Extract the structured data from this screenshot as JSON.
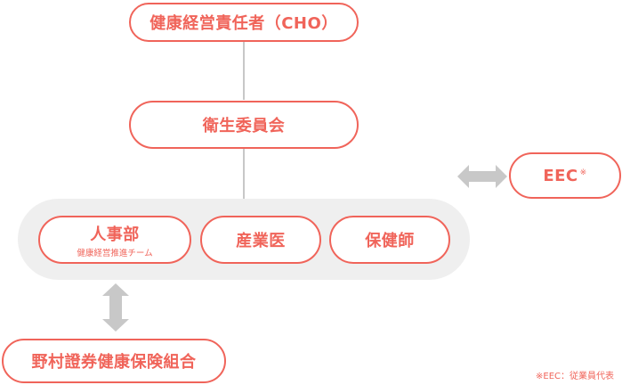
{
  "nodes": {
    "cho": "健康経営責任者（CHO）",
    "committee": "衛生委員会",
    "eec": "EEC",
    "eec_mark": "※",
    "hr": "人事部",
    "hr_sub": "健康経営推進チーム",
    "doctor": "産業医",
    "nurse": "保健師",
    "union": "野村證券健康保険組合"
  },
  "footnote": "※EEC：従業員代表",
  "colors": {
    "accent": "#f0645a",
    "connector": "#c8c8c8",
    "group_bg": "#efefef"
  }
}
